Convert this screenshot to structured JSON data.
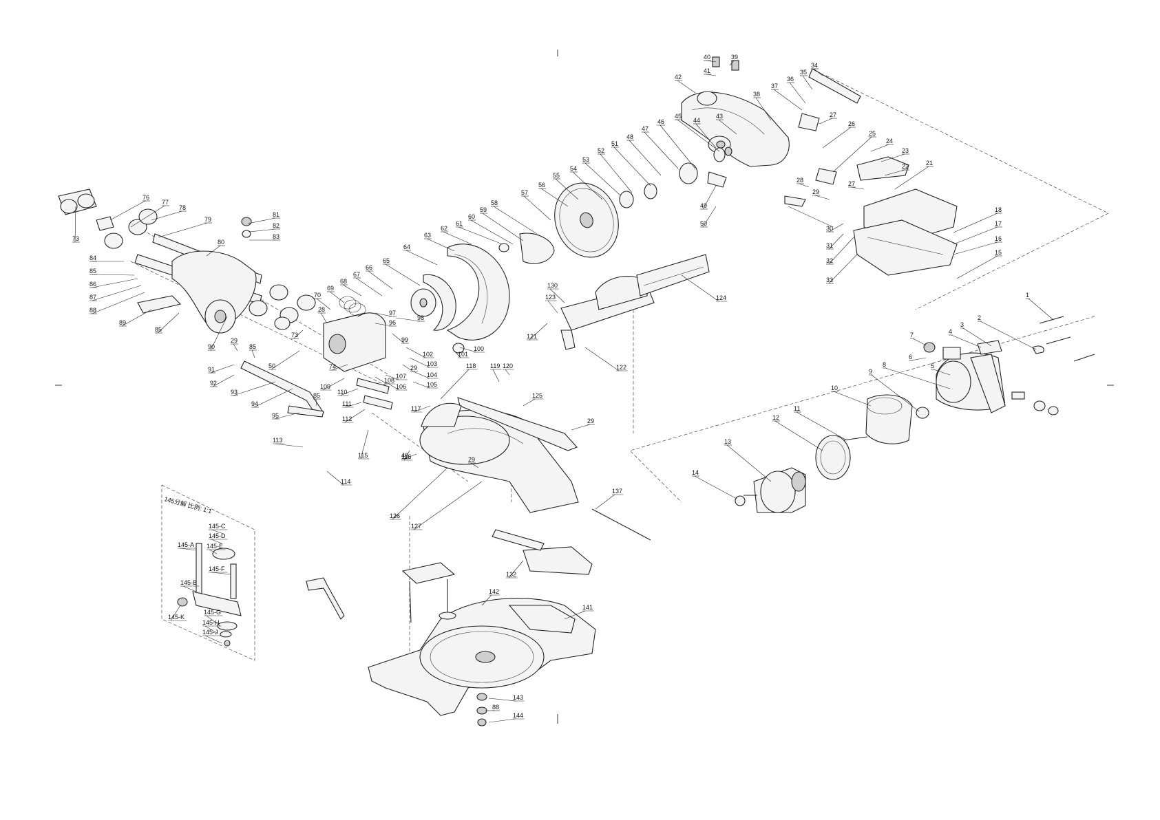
{
  "inset_title": "145分解 比例: 1:1",
  "labels": [
    {
      "id": "1",
      "text": "1"
    },
    {
      "id": "2",
      "text": "2"
    },
    {
      "id": "3",
      "text": "3"
    },
    {
      "id": "4",
      "text": "4"
    },
    {
      "id": "5",
      "text": "5"
    },
    {
      "id": "6",
      "text": "6"
    },
    {
      "id": "7",
      "text": "7"
    },
    {
      "id": "8",
      "text": "8"
    },
    {
      "id": "9",
      "text": "9"
    },
    {
      "id": "10",
      "text": "10"
    },
    {
      "id": "11",
      "text": "11"
    },
    {
      "id": "12",
      "text": "12"
    },
    {
      "id": "13",
      "text": "13"
    },
    {
      "id": "14",
      "text": "14"
    },
    {
      "id": "15",
      "text": "15"
    },
    {
      "id": "16",
      "text": "16"
    },
    {
      "id": "17",
      "text": "17"
    },
    {
      "id": "18",
      "text": "18"
    },
    {
      "id": "21",
      "text": "21"
    },
    {
      "id": "22",
      "text": "22"
    },
    {
      "id": "23",
      "text": "23"
    },
    {
      "id": "24",
      "text": "24"
    },
    {
      "id": "25",
      "text": "25"
    },
    {
      "id": "26",
      "text": "26"
    },
    {
      "id": "27a",
      "text": "27"
    },
    {
      "id": "27b",
      "text": "27"
    },
    {
      "id": "28a",
      "text": "28"
    },
    {
      "id": "28b",
      "text": "28"
    },
    {
      "id": "29a",
      "text": "29"
    },
    {
      "id": "29b",
      "text": "29"
    },
    {
      "id": "29c",
      "text": "29"
    },
    {
      "id": "29d",
      "text": "29"
    },
    {
      "id": "29e",
      "text": "29"
    },
    {
      "id": "30",
      "text": "30"
    },
    {
      "id": "31",
      "text": "31"
    },
    {
      "id": "32",
      "text": "32"
    },
    {
      "id": "33",
      "text": "33"
    },
    {
      "id": "34",
      "text": "34"
    },
    {
      "id": "35",
      "text": "35"
    },
    {
      "id": "36",
      "text": "36"
    },
    {
      "id": "37",
      "text": "37"
    },
    {
      "id": "38",
      "text": "38"
    },
    {
      "id": "39",
      "text": "39"
    },
    {
      "id": "40a",
      "text": "40"
    },
    {
      "id": "40b",
      "text": "40"
    },
    {
      "id": "41",
      "text": "41"
    },
    {
      "id": "42",
      "text": "42"
    },
    {
      "id": "43",
      "text": "43"
    },
    {
      "id": "44",
      "text": "44"
    },
    {
      "id": "45",
      "text": "45"
    },
    {
      "id": "46",
      "text": "46"
    },
    {
      "id": "47",
      "text": "47"
    },
    {
      "id": "48",
      "text": "48"
    },
    {
      "id": "49",
      "text": "49"
    },
    {
      "id": "50a",
      "text": "50"
    },
    {
      "id": "50b",
      "text": "50"
    },
    {
      "id": "51",
      "text": "51"
    },
    {
      "id": "52",
      "text": "52"
    },
    {
      "id": "53",
      "text": "53"
    },
    {
      "id": "54",
      "text": "54"
    },
    {
      "id": "55",
      "text": "55"
    },
    {
      "id": "56",
      "text": "56"
    },
    {
      "id": "57",
      "text": "57"
    },
    {
      "id": "58",
      "text": "58"
    },
    {
      "id": "59",
      "text": "59"
    },
    {
      "id": "60",
      "text": "60"
    },
    {
      "id": "61",
      "text": "61"
    },
    {
      "id": "62",
      "text": "62"
    },
    {
      "id": "63",
      "text": "63"
    },
    {
      "id": "64",
      "text": "64"
    },
    {
      "id": "65",
      "text": "65"
    },
    {
      "id": "66",
      "text": "66"
    },
    {
      "id": "67",
      "text": "67"
    },
    {
      "id": "68",
      "text": "68"
    },
    {
      "id": "69",
      "text": "69"
    },
    {
      "id": "70",
      "text": "70"
    },
    {
      "id": "73a",
      "text": "73"
    },
    {
      "id": "73b",
      "text": "73"
    },
    {
      "id": "74",
      "text": "74"
    },
    {
      "id": "76",
      "text": "76"
    },
    {
      "id": "77",
      "text": "77"
    },
    {
      "id": "78",
      "text": "78"
    },
    {
      "id": "79",
      "text": "79"
    },
    {
      "id": "80",
      "text": "80"
    },
    {
      "id": "81",
      "text": "81"
    },
    {
      "id": "82",
      "text": "82"
    },
    {
      "id": "83",
      "text": "83"
    },
    {
      "id": "84",
      "text": "84"
    },
    {
      "id": "85a",
      "text": "85"
    },
    {
      "id": "85b",
      "text": "85"
    },
    {
      "id": "85c",
      "text": "85"
    },
    {
      "id": "85d",
      "text": "85"
    },
    {
      "id": "86",
      "text": "86"
    },
    {
      "id": "87",
      "text": "87"
    },
    {
      "id": "88a",
      "text": "88"
    },
    {
      "id": "88b",
      "text": "88"
    },
    {
      "id": "89",
      "text": "89"
    },
    {
      "id": "90",
      "text": "90"
    },
    {
      "id": "91",
      "text": "91"
    },
    {
      "id": "92",
      "text": "92"
    },
    {
      "id": "93",
      "text": "93"
    },
    {
      "id": "94",
      "text": "94"
    },
    {
      "id": "95",
      "text": "95"
    },
    {
      "id": "96",
      "text": "96"
    },
    {
      "id": "97",
      "text": "97"
    },
    {
      "id": "98",
      "text": "98"
    },
    {
      "id": "99",
      "text": "99"
    },
    {
      "id": "100",
      "text": "100"
    },
    {
      "id": "101",
      "text": "101"
    },
    {
      "id": "102",
      "text": "102"
    },
    {
      "id": "103",
      "text": "103"
    },
    {
      "id": "104",
      "text": "104"
    },
    {
      "id": "105",
      "text": "105"
    },
    {
      "id": "106",
      "text": "106"
    },
    {
      "id": "107",
      "text": "107"
    },
    {
      "id": "108",
      "text": "108"
    },
    {
      "id": "109",
      "text": "109"
    },
    {
      "id": "110",
      "text": "110"
    },
    {
      "id": "111",
      "text": "111"
    },
    {
      "id": "112",
      "text": "112"
    },
    {
      "id": "113",
      "text": "113"
    },
    {
      "id": "114",
      "text": "114"
    },
    {
      "id": "115",
      "text": "115"
    },
    {
      "id": "116",
      "text": "116"
    },
    {
      "id": "117",
      "text": "117"
    },
    {
      "id": "118",
      "text": "118"
    },
    {
      "id": "119",
      "text": "119"
    },
    {
      "id": "120",
      "text": "120"
    },
    {
      "id": "121",
      "text": "121"
    },
    {
      "id": "122",
      "text": "122"
    },
    {
      "id": "123",
      "text": "123"
    },
    {
      "id": "124",
      "text": "124"
    },
    {
      "id": "125",
      "text": "125"
    },
    {
      "id": "126",
      "text": "126"
    },
    {
      "id": "127",
      "text": "127"
    },
    {
      "id": "130",
      "text": "130"
    },
    {
      "id": "132",
      "text": "132"
    },
    {
      "id": "137",
      "text": "137"
    },
    {
      "id": "141",
      "text": "141"
    },
    {
      "id": "142",
      "text": "142"
    },
    {
      "id": "143",
      "text": "143"
    },
    {
      "id": "144",
      "text": "144"
    },
    {
      "id": "145A",
      "text": "145-A"
    },
    {
      "id": "145B",
      "text": "145-B"
    },
    {
      "id": "145C",
      "text": "145-C"
    },
    {
      "id": "145D",
      "text": "145-D"
    },
    {
      "id": "145E",
      "text": "145-E"
    },
    {
      "id": "145F",
      "text": "145-F"
    },
    {
      "id": "145G",
      "text": "145-G"
    },
    {
      "id": "145H",
      "text": "145-H"
    },
    {
      "id": "145J",
      "text": "145-J"
    },
    {
      "id": "145K",
      "text": "145-K"
    }
  ]
}
